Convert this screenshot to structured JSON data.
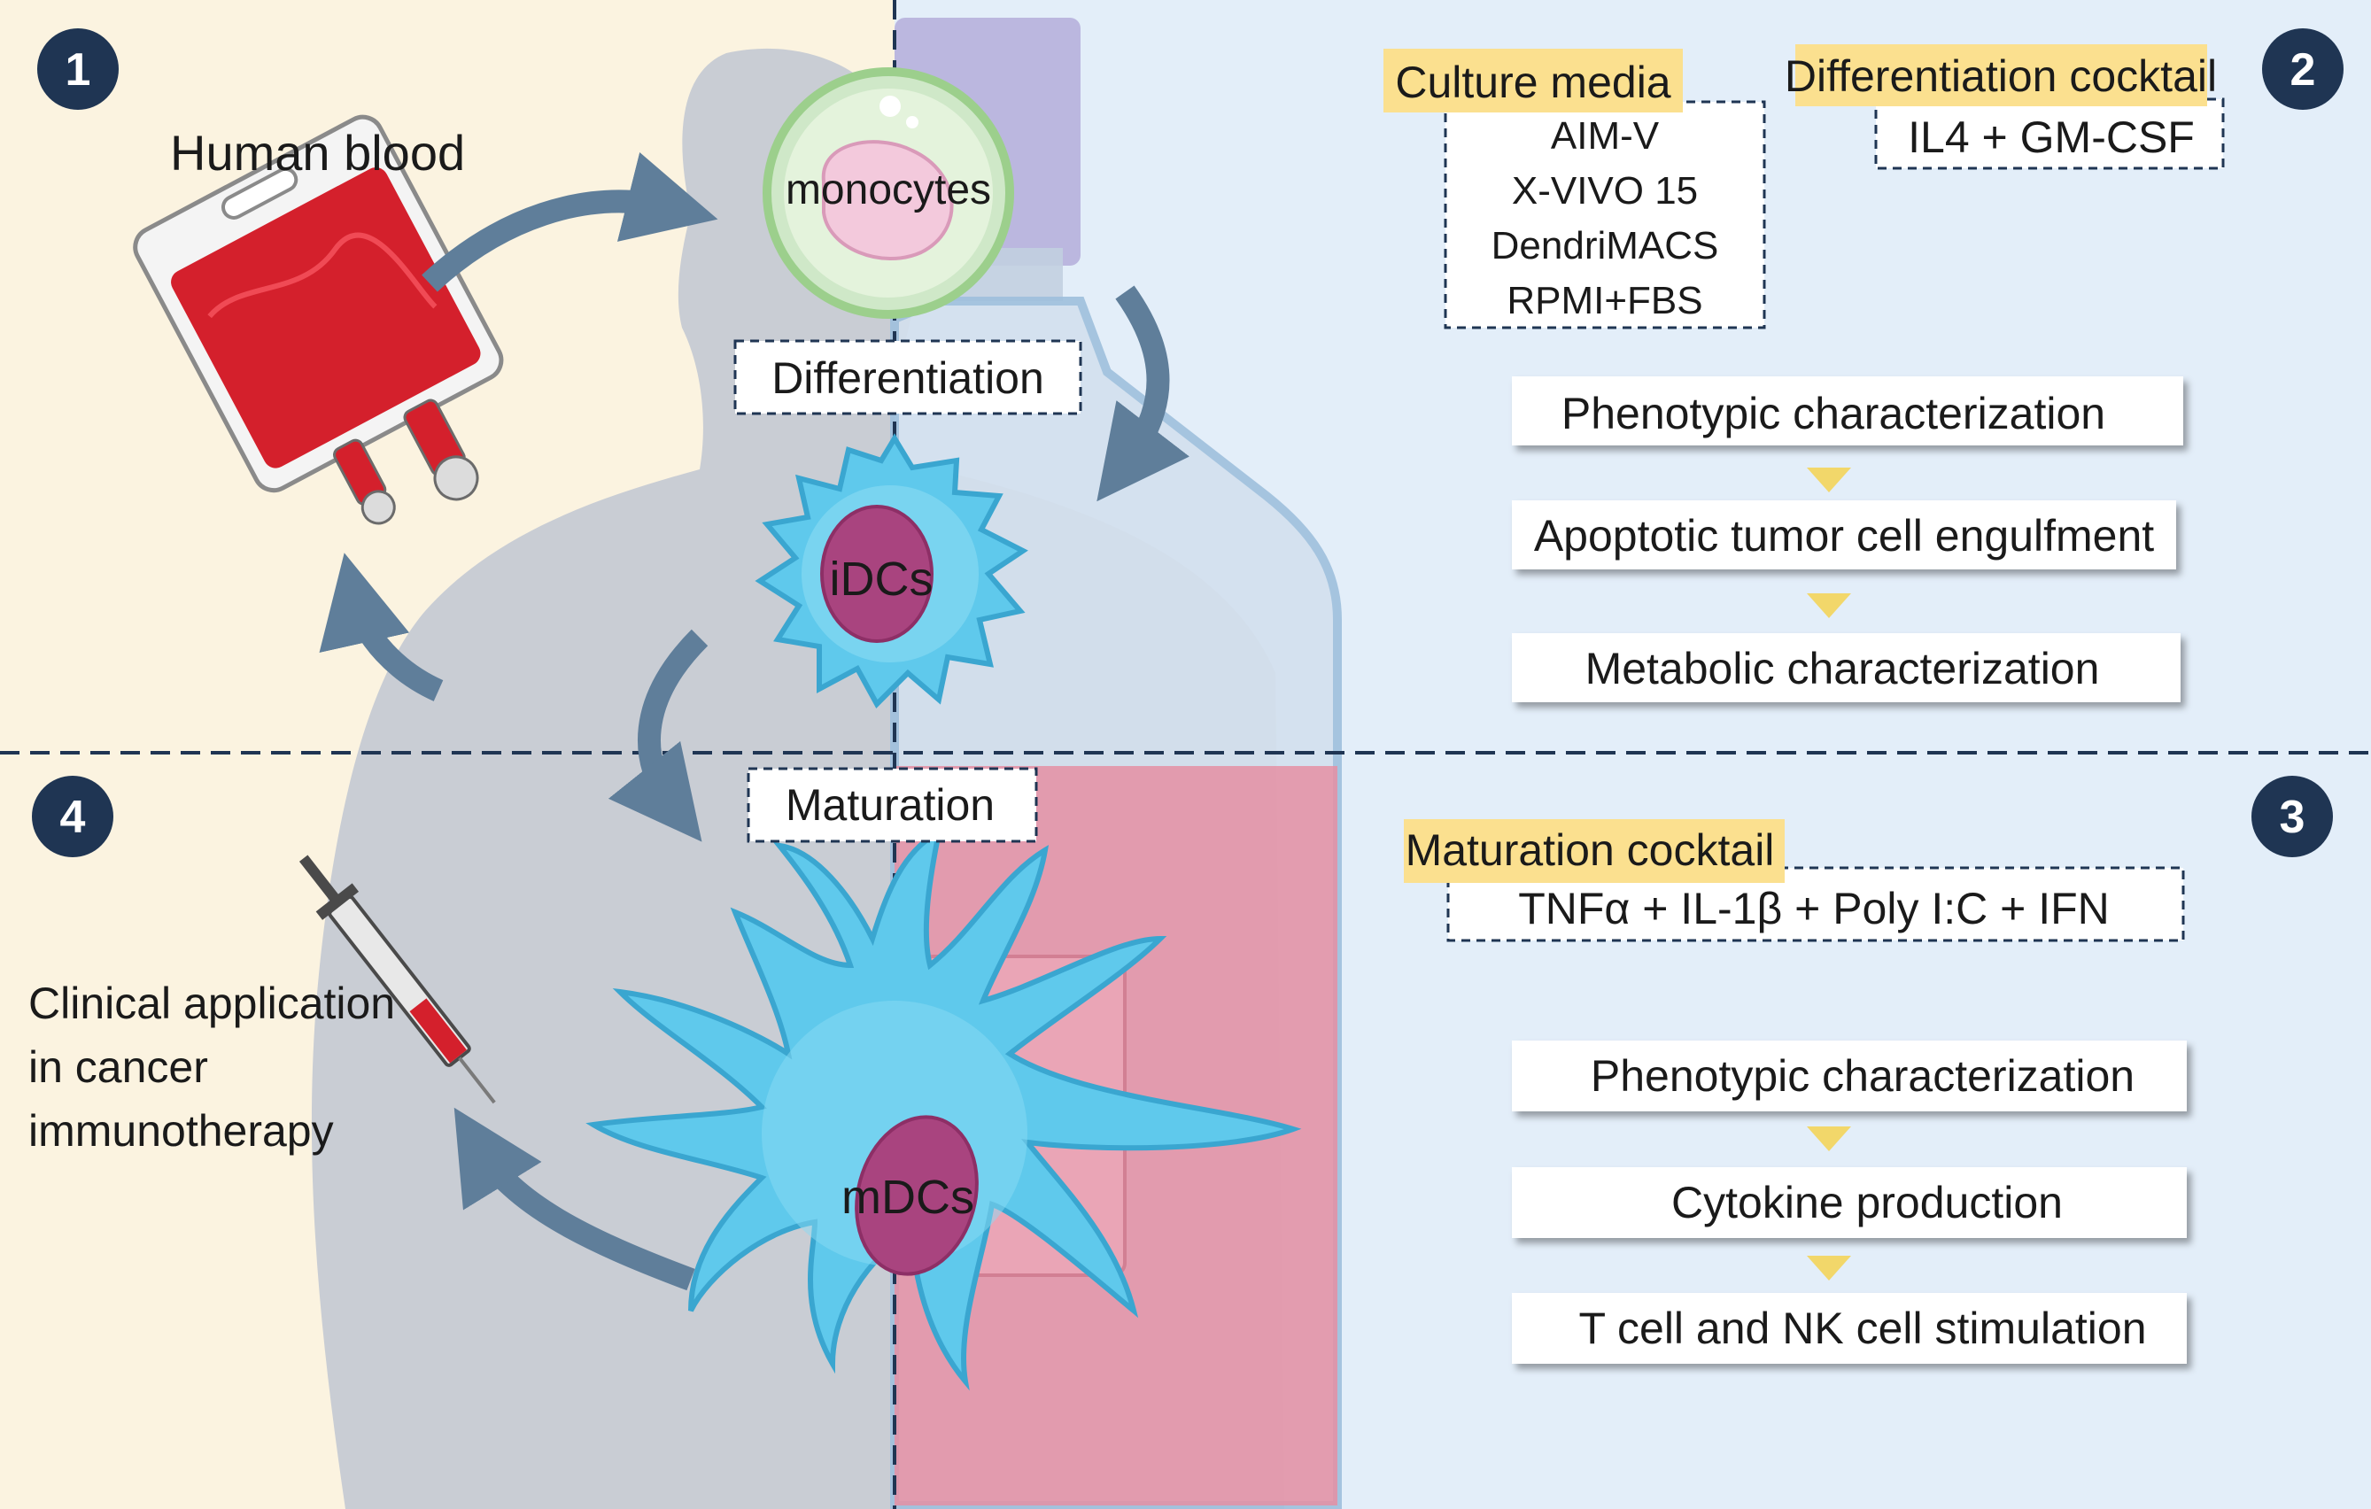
{
  "panels": {
    "p1": {
      "number": "1",
      "title": "Human blood"
    },
    "p2": {
      "number": "2",
      "culture_media": {
        "header": "Culture media",
        "items": [
          "AIM-V",
          "X-VIVO 15",
          "DendriMACS",
          "RPMI+FBS"
        ]
      },
      "differentiation_cocktail": {
        "header": "Differentiation cocktail",
        "value": "IL4 + GM-CSF"
      },
      "steps": [
        "Phenotypic characterization",
        "Apoptotic tumor cell engulfment",
        "Metabolic characterization"
      ]
    },
    "p3": {
      "number": "3",
      "maturation_cocktail": {
        "header": "Maturation cocktail",
        "value": "TNFα + IL-1β + Poly I:C + IFN"
      },
      "steps": [
        "Phenotypic characterization",
        "Cytokine production",
        "T cell and NK cell stimulation"
      ]
    },
    "p4": {
      "number": "4",
      "caption_lines": [
        "Clinical application",
        "in cancer",
        "immunotherapy"
      ]
    }
  },
  "cells": {
    "monocytes": "monocytes",
    "idcs": "iDCs",
    "mdcs": "mDCs"
  },
  "stages": {
    "differentiation": "Differentiation",
    "maturation": "Maturation"
  },
  "colors": {
    "left_bg": "#fbf3e0",
    "right_bg": "#e3eef9",
    "silhouette": "#c9cdd4",
    "flask_purple": "#b6b0db",
    "flask_pink": "#e58fa3",
    "blood": "#d4202c",
    "cell_blue": "#5fc9ec",
    "nucleus": "#a9447f",
    "arrow": "#5f7e9a",
    "badge": "#1f3553",
    "highlight": "#fbe08f"
  }
}
